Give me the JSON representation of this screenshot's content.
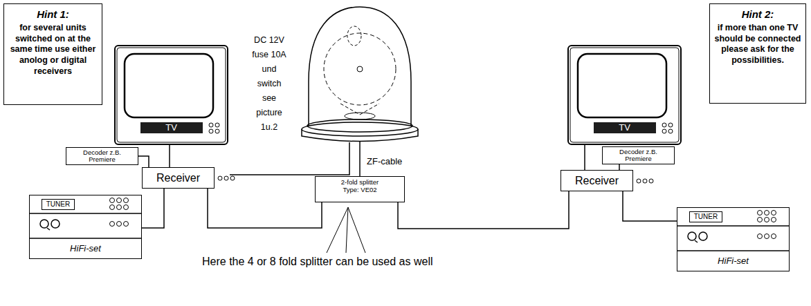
{
  "diagram": {
    "nodes": [
      {
        "text": [
          "Hint 1:",
          "for several units switched on at the same time use either anolog or digital receivers"
        ]
      },
      {
        "text": [
          "TV"
        ]
      },
      {
        "text": [
          "TV"
        ]
      },
      {
        "text": [
          "Hint 2:",
          "if more than one TV should be connected please ask for the possibilities."
        ]
      },
      {
        "text": [
          "Decoder z.B. Premiere"
        ]
      },
      {
        "text": [
          "Receiver"
        ]
      },
      {
        "text": [
          "2-fold splitter Type: VE02"
        ]
      },
      {
        "text": [
          "Decoder z.B. Premiere"
        ]
      },
      {
        "text": [
          "Receiver"
        ]
      },
      {
        "text": [
          "HiFi-set"
        ]
      },
      {
        "text": [
          "TUNER"
        ],
        "in": 9
      },
      {
        "text": [
          "HiFi-set"
        ]
      },
      {
        "text": [
          "TUNER"
        ],
        "in": 11
      }
    ],
    "edges": [
      {
        "from": 1,
        "to": 5,
        "arrow": "none"
      },
      {
        "from": 4,
        "to": 5,
        "arrow": "none"
      },
      {
        "from": 5,
        "to": 9,
        "arrow": "none"
      },
      {
        "from": 5,
        "to": 6,
        "arrow": "none"
      },
      {
        "from": 6,
        "to": 8,
        "arrow": "none"
      },
      {
        "from": 2,
        "to": 8,
        "arrow": "none"
      },
      {
        "from": 7,
        "to": 8,
        "arrow": "none"
      },
      {
        "from": 8,
        "to": 11,
        "arrow": "none"
      }
    ],
    "labels": [
      "DC 12V fuse 10A und switch see picture 1u.2",
      "ZF-cable",
      "Here the 4 or 8 fold splitter can be used as well"
    ]
  }
}
